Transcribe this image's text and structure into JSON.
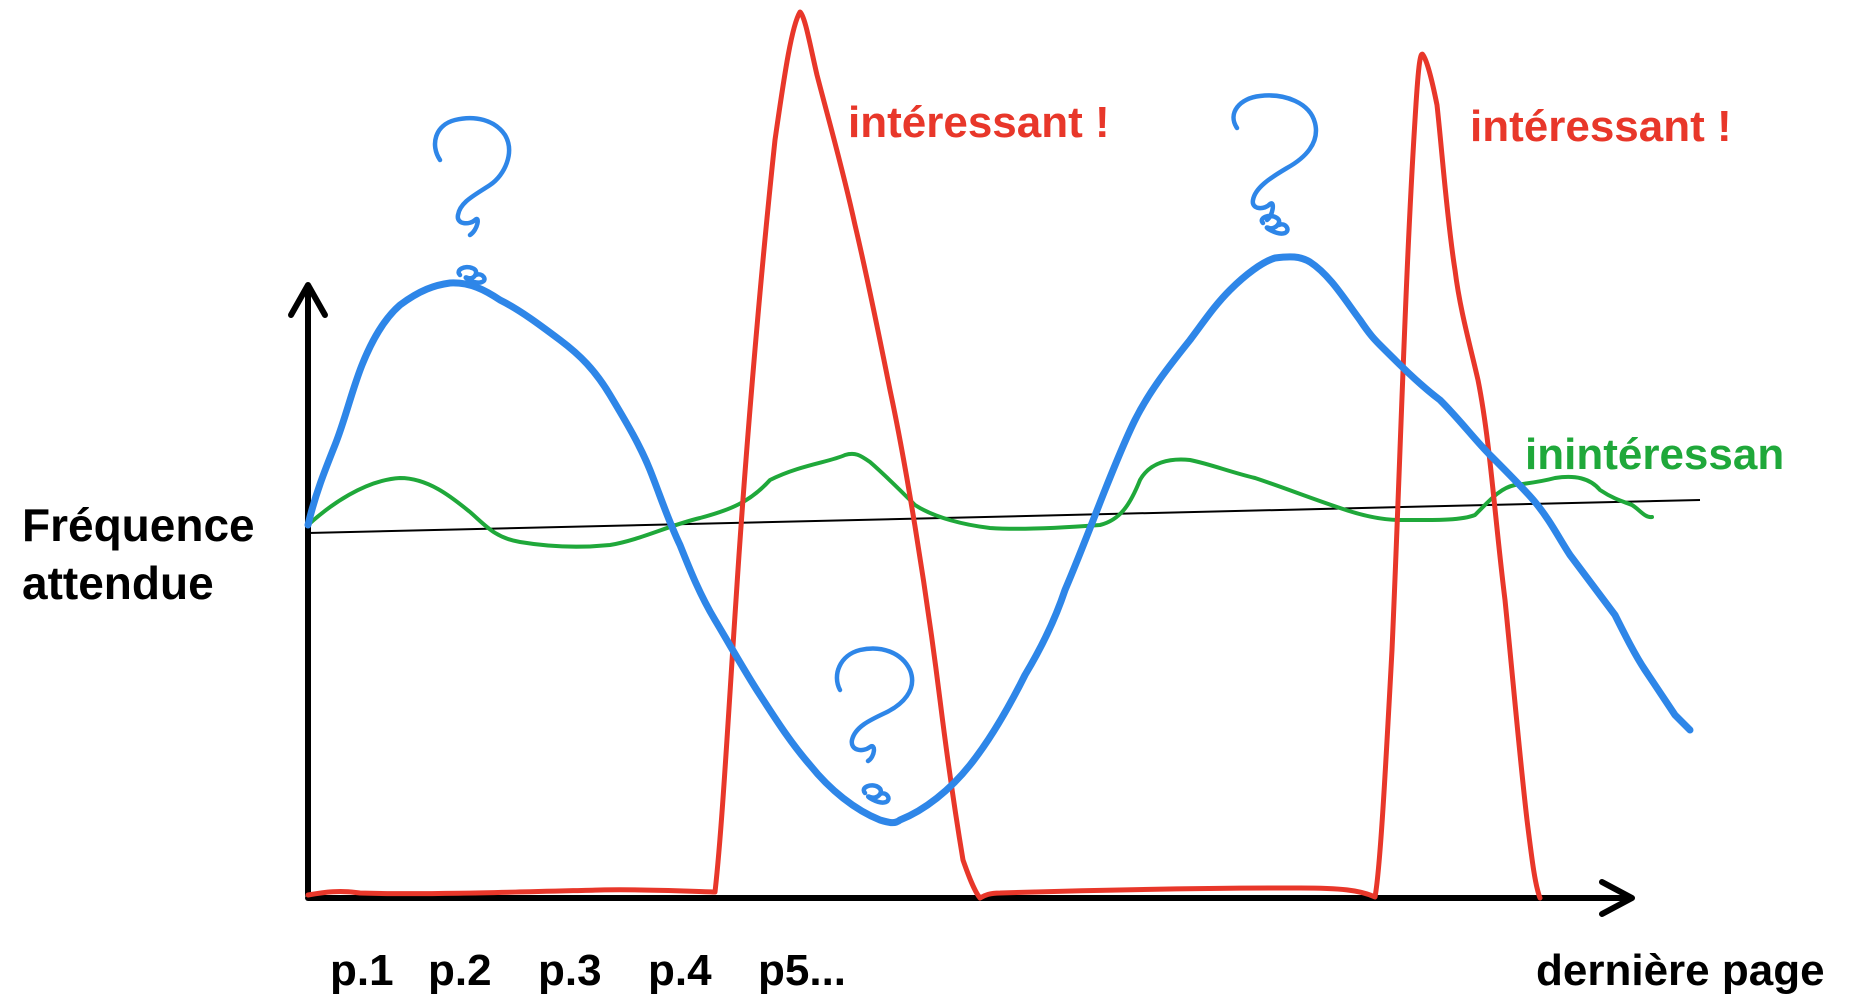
{
  "colors": {
    "axis": "#000000",
    "interesting": "#e8372a",
    "uncertain": "#2e86e8",
    "uninteresting": "#1fa83a"
  },
  "y_axis_label": {
    "line1": "Fréquence",
    "line2": "attendue"
  },
  "x_ticks": [
    "p.1",
    "p.2",
    "p.3",
    "p.4",
    "p5..."
  ],
  "x_end_label": "dernière page",
  "annotations": {
    "interesting_1": "intéressant !",
    "interesting_2": "intéressant !",
    "uninteresting": "inintéressan"
  },
  "series": [
    {
      "key": "uncertain",
      "color_key": "uncertain",
      "marker": "question-mark"
    },
    {
      "key": "interesting",
      "color_key": "interesting"
    },
    {
      "key": "uninteresting",
      "color_key": "uninteresting"
    },
    {
      "key": "expected",
      "color_key": "axis"
    }
  ]
}
